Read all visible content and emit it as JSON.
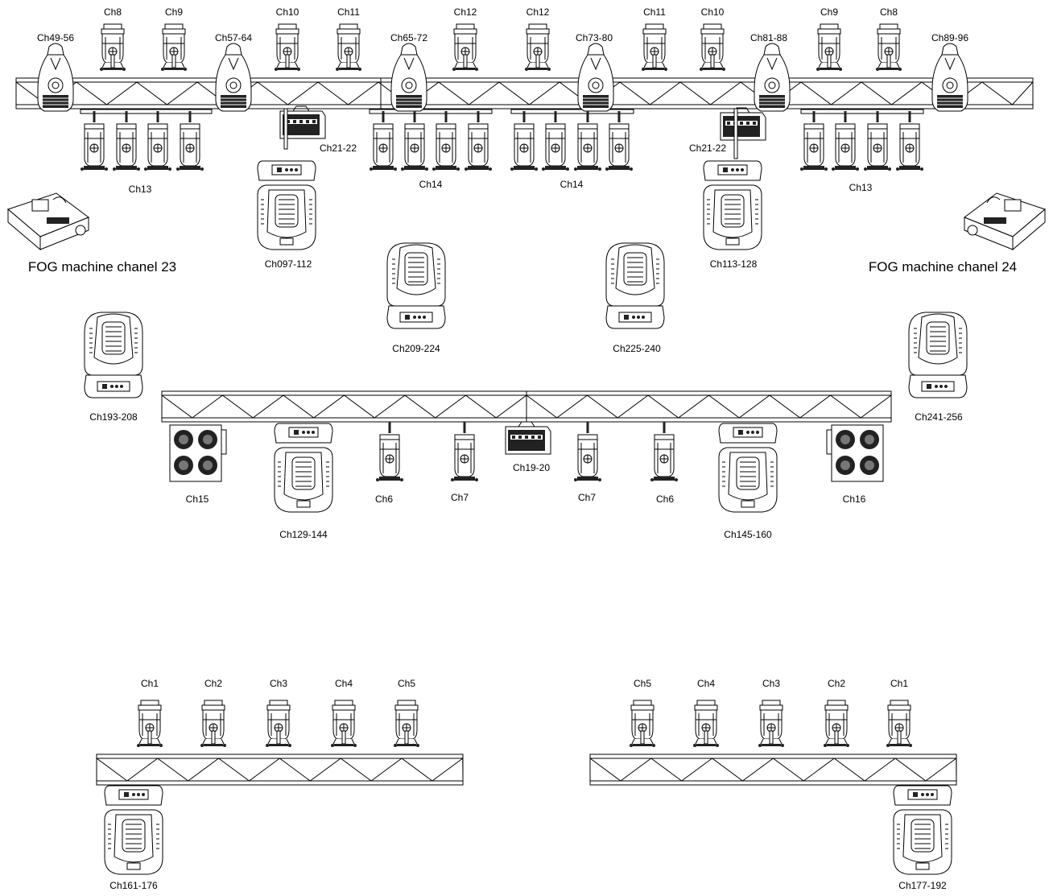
{
  "labels": {
    "top_par_ch8_l": "Ch8",
    "top_par_ch9_l": "Ch9",
    "top_par_ch10_l": "Ch10",
    "top_par_ch11_l": "Ch11",
    "top_par_ch12_l": "Ch12",
    "top_par_ch12_r": "Ch12",
    "top_par_ch11_r": "Ch11",
    "top_par_ch10_r": "Ch10",
    "top_par_ch9_r": "Ch9",
    "top_par_ch8_r": "Ch8",
    "scan_49_56": "Ch49-56",
    "scan_57_64": "Ch57-64",
    "scan_65_72": "Ch65-72",
    "scan_73_80": "Ch73-80",
    "scan_81_88": "Ch81-88",
    "scan_89_96": "Ch89-96",
    "strobe_l": "Ch21-22",
    "strobe_r": "Ch21-22",
    "group_ch13_l": "Ch13",
    "group_ch14_l": "Ch14",
    "group_ch14_r": "Ch14",
    "group_ch13_r": "Ch13",
    "fog_l": "FOG machine chanel 23",
    "fog_r": "FOG machine chanel 24",
    "head_097_112": "Ch097-112",
    "head_113_128": "Ch113-128",
    "head_209_224": "Ch209-224",
    "head_225_240": "Ch225-240",
    "head_193_208": "Ch193-208",
    "head_241_256": "Ch241-256",
    "blinder_l": "Ch15",
    "blinder_r": "Ch16",
    "head_129_144": "Ch129-144",
    "head_145_160": "Ch145-160",
    "mid_ch6_l": "Ch6",
    "mid_ch7_l": "Ch7",
    "mid_ch7_r": "Ch7",
    "mid_ch6_r": "Ch6",
    "strobe_mid": "Ch19-20",
    "bot_l_ch1": "Ch1",
    "bot_l_ch2": "Ch2",
    "bot_l_ch3": "Ch3",
    "bot_l_ch4": "Ch4",
    "bot_l_ch5": "Ch5",
    "bot_r_ch5": "Ch5",
    "bot_r_ch4": "Ch4",
    "bot_r_ch3": "Ch3",
    "bot_r_ch2": "Ch2",
    "bot_r_ch1": "Ch1",
    "head_161_176": "Ch161-176",
    "head_177_192": "Ch177-192"
  }
}
